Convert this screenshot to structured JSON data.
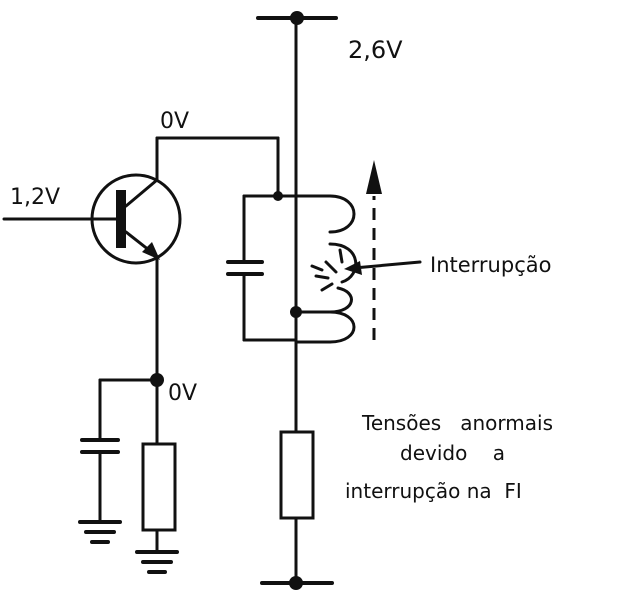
{
  "labels": {
    "supply_voltage": "2,6V",
    "collector_voltage": "0V",
    "base_voltage": "1,2V",
    "emitter_voltage": "0V",
    "fault_label": "Interrupção",
    "note_line1": "Tensões   anormais",
    "note_line2": "devido    a",
    "note_line3": "interrupção na  FI"
  },
  "colors": {
    "ink": "#111111",
    "background": "#ffffff"
  }
}
